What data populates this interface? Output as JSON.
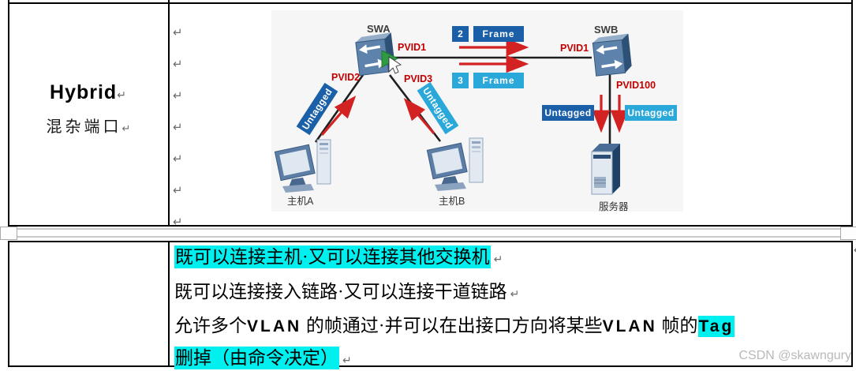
{
  "table1": {
    "left_cell": {
      "title": "Hybrid",
      "subtitle": "混杂端口",
      "pilcrow": "↵"
    },
    "right_cell": {
      "pilcrow": "↵"
    }
  },
  "diagram": {
    "swa_label": "SWA",
    "swb_label": "SWB",
    "swa_pvid1": "PVID1",
    "swa_pvid2": "PVID2",
    "swa_pvid3": "PVID3",
    "swb_pvid1": "PVID1",
    "swb_pvid100": "PVID100",
    "frame2_num": "2",
    "frame2_label": "Frame",
    "frame3_num": "3",
    "frame3_label": "Frame",
    "untagged": "Untagged",
    "host_a_label": "主机A",
    "host_b_label": "主机B",
    "server_label": "服务器"
  },
  "notes": {
    "line1": "既可以连接主机·又可以连接其他交换机",
    "line2": "既可以连接接入链路·又可以连接干道链路",
    "line3_seg1": "允许多个",
    "line3_vlan1": "VLAN",
    "line3_seg2": " 的帧通过·并可以在出接口方向将某些",
    "line3_vlan2": "VLAN",
    "line3_seg3": " 帧的",
    "line3_tag": "Tag",
    "line4": "删掉（由命令决定）",
    "pilcrow": "↵"
  },
  "watermark": "CSDN @skawngury",
  "colors": {
    "highlight_cyan": "#00f0f0",
    "frame_dark_blue": "#1a5fa8",
    "frame_light_blue": "#29a8d9",
    "arrow_red": "#d32222",
    "pvid_red": "#c40000",
    "diagram_bg": "#f6f6f6"
  }
}
